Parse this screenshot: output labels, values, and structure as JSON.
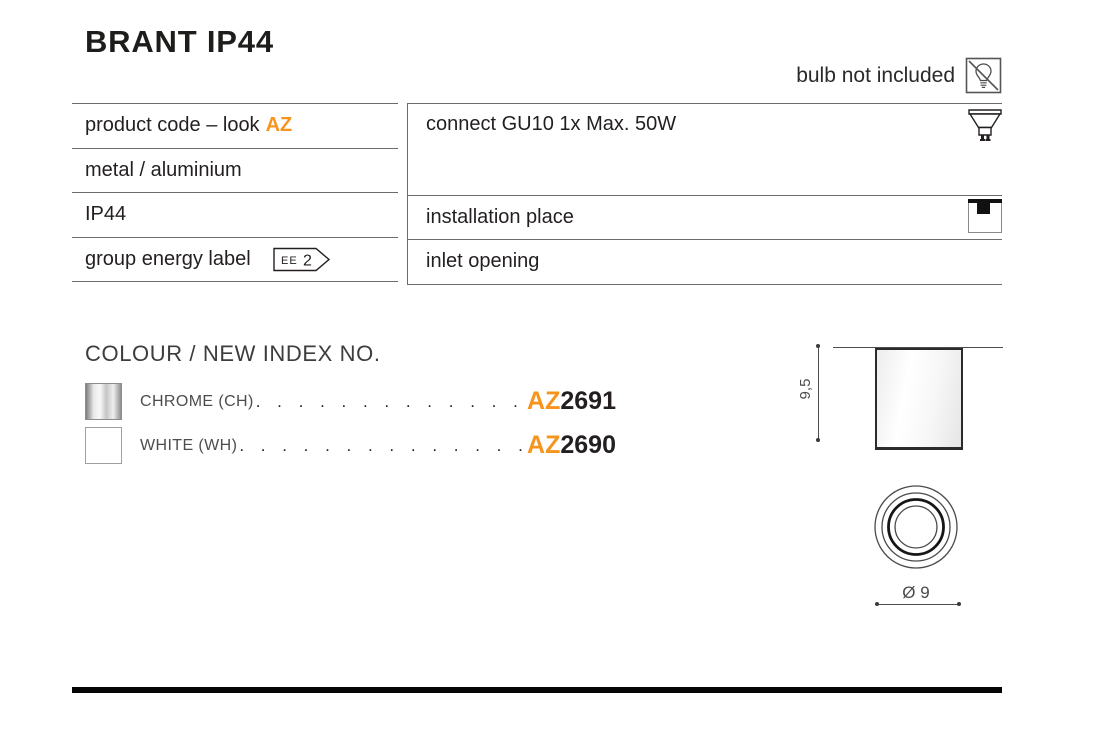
{
  "header": {
    "title": "BRANT IP44",
    "bulb_note": "bulb not included"
  },
  "spec_table": {
    "rows_left": [
      {
        "text": "product code – look",
        "accent": "AZ"
      },
      {
        "text": "metal / aluminium"
      },
      {
        "text": "IP44"
      },
      {
        "text": "group energy label",
        "badge_prefix": "EE",
        "badge_value": "2"
      }
    ],
    "rows_right": [
      {
        "text": "connect GU10 1x Max. 50W",
        "icon": "gu10-bulb-icon"
      },
      {
        "text": "installation place",
        "icon": "ceiling-mount-icon"
      },
      {
        "text": "inlet opening"
      }
    ]
  },
  "colour_section": {
    "heading": "COLOUR / NEW INDEX NO.",
    "options": [
      {
        "swatch": "chrome-swatch",
        "label": "CHROME (CH)",
        "leader_dots": ". . . . . . . . . . . . . .",
        "code_prefix": "AZ",
        "code_number": "2691"
      },
      {
        "swatch": "white-swatch",
        "label": "WHITE (WH)",
        "leader_dots": ". . . . . . . . . . . . . . .",
        "code_prefix": "AZ",
        "code_number": "2690"
      }
    ]
  },
  "technical_drawing": {
    "side_view": {
      "height_label": "9,5"
    },
    "top_view": {
      "diameter_label": "Ø 9"
    }
  },
  "colors": {
    "accent_orange": "#F7941E",
    "text_primary": "#231F20",
    "table_line": "#58585A"
  }
}
